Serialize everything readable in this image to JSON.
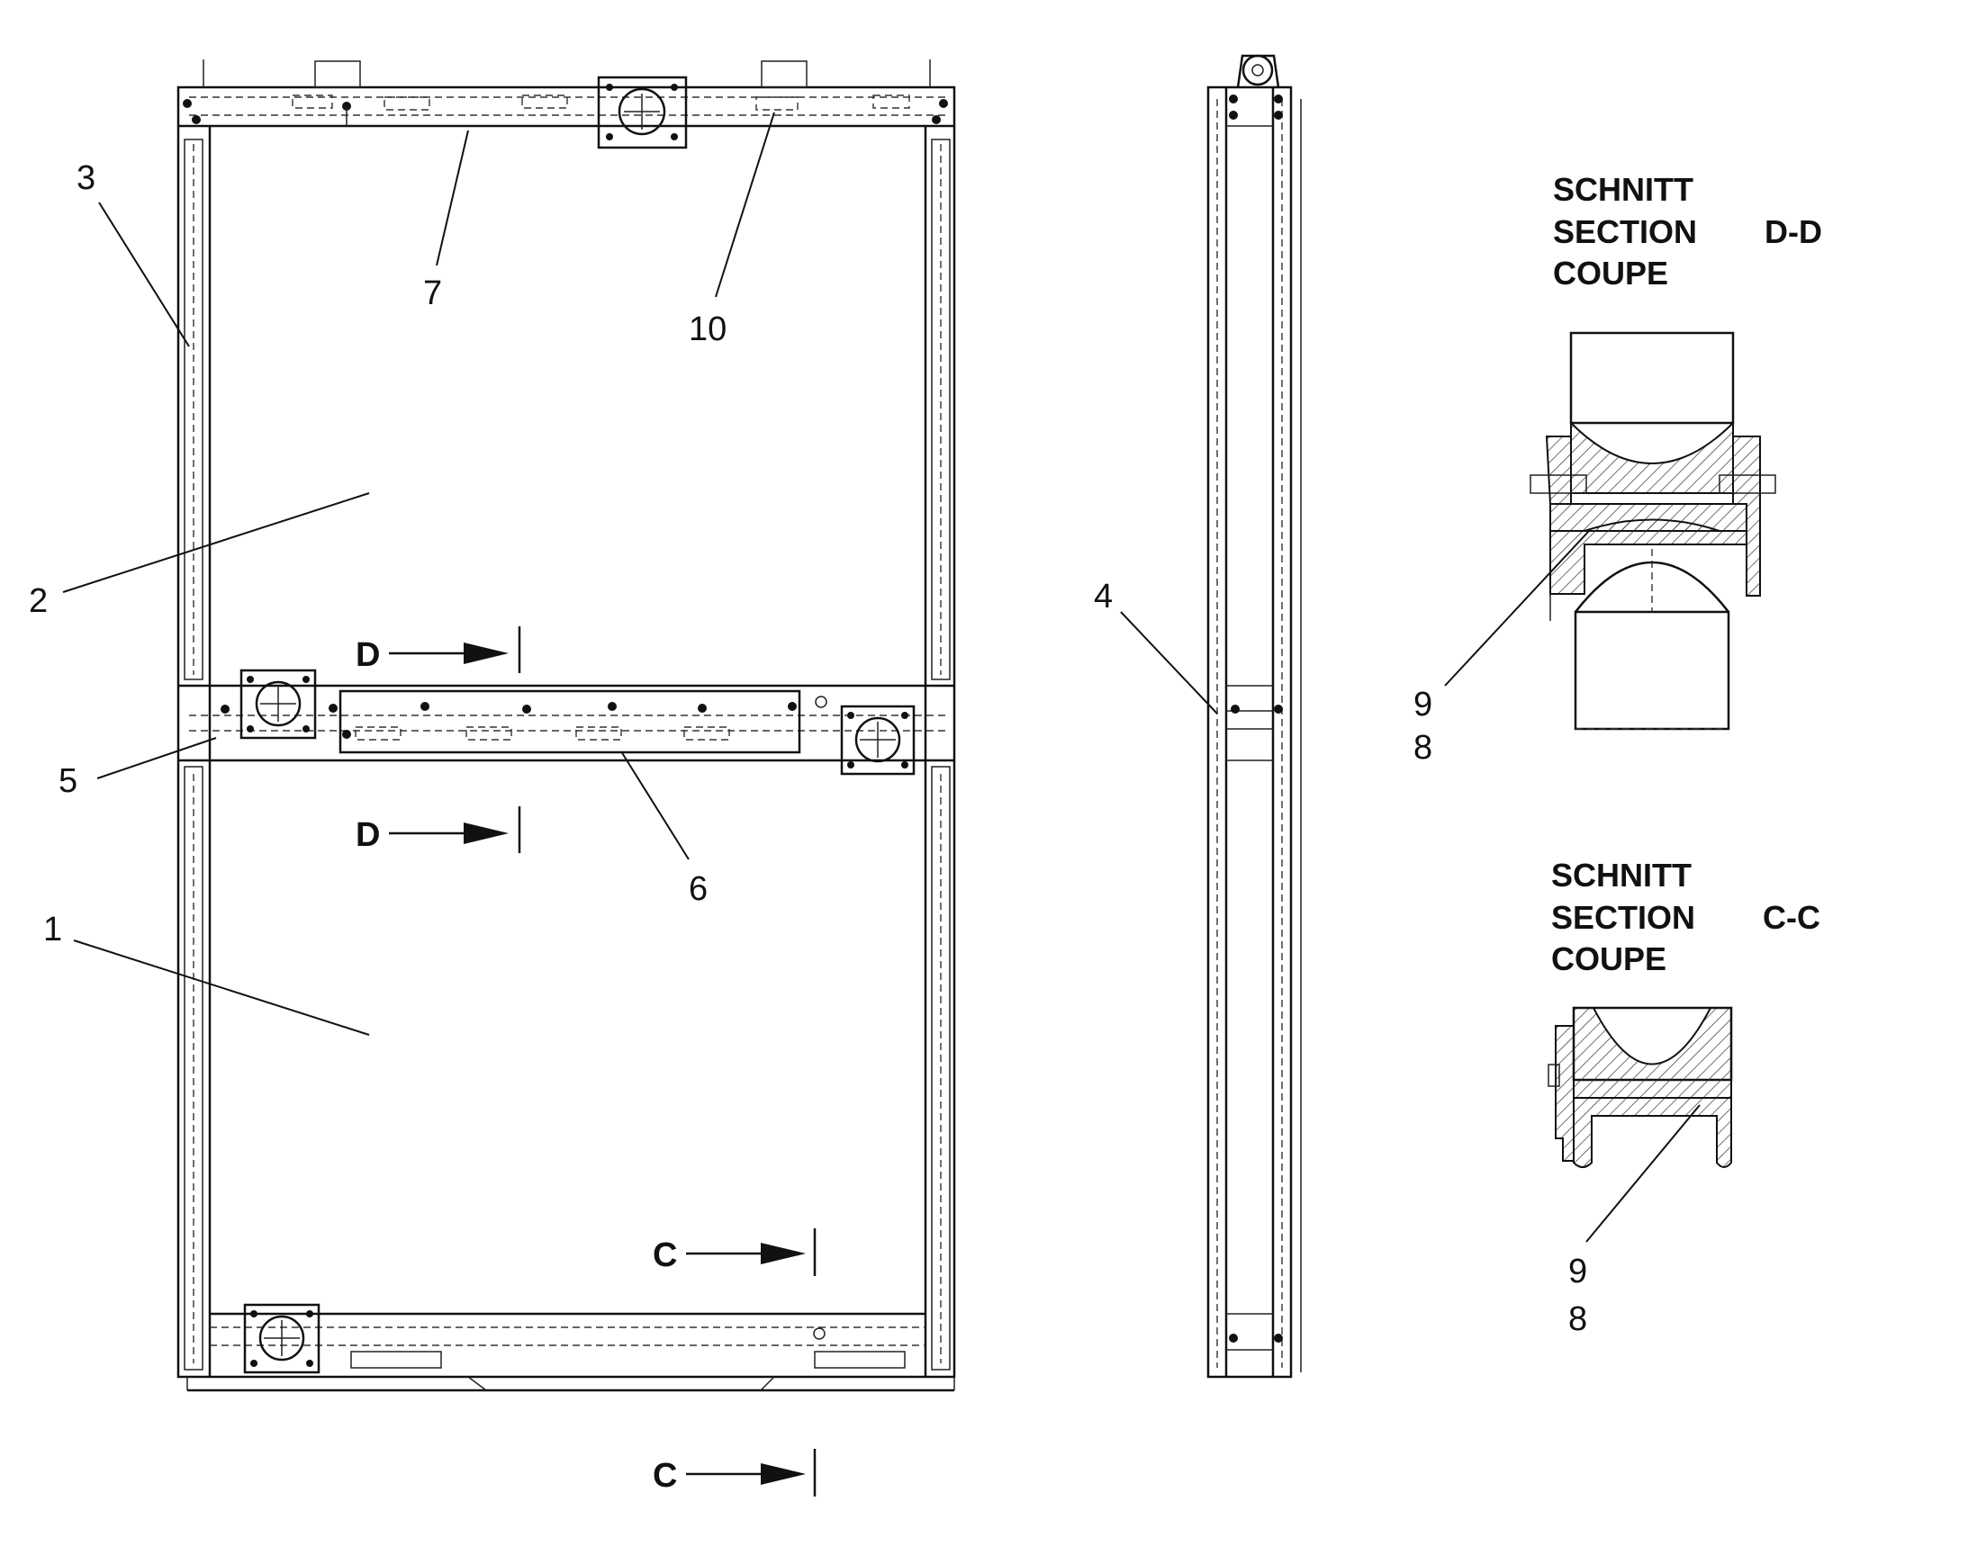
{
  "labels": {
    "p1": "1",
    "p2": "2",
    "p3": "3",
    "p4": "4",
    "p5": "5",
    "p6": "6",
    "p7": "7",
    "p8_dd": "8",
    "p9_dd": "9",
    "p8_cc": "8",
    "p9_cc": "9",
    "p10": "10"
  },
  "section_dd": {
    "line1": "SCHNITT",
    "line2": "SECTION",
    "line3": "COUPE",
    "id": "D-D"
  },
  "section_cc": {
    "line1": "SCHNITT",
    "line2": "SECTION",
    "line3": "COUPE",
    "id": "C-C"
  },
  "cut_markers": {
    "d_upper": "D",
    "d_lower": "D",
    "c_upper": "C",
    "c_lower": "C"
  }
}
